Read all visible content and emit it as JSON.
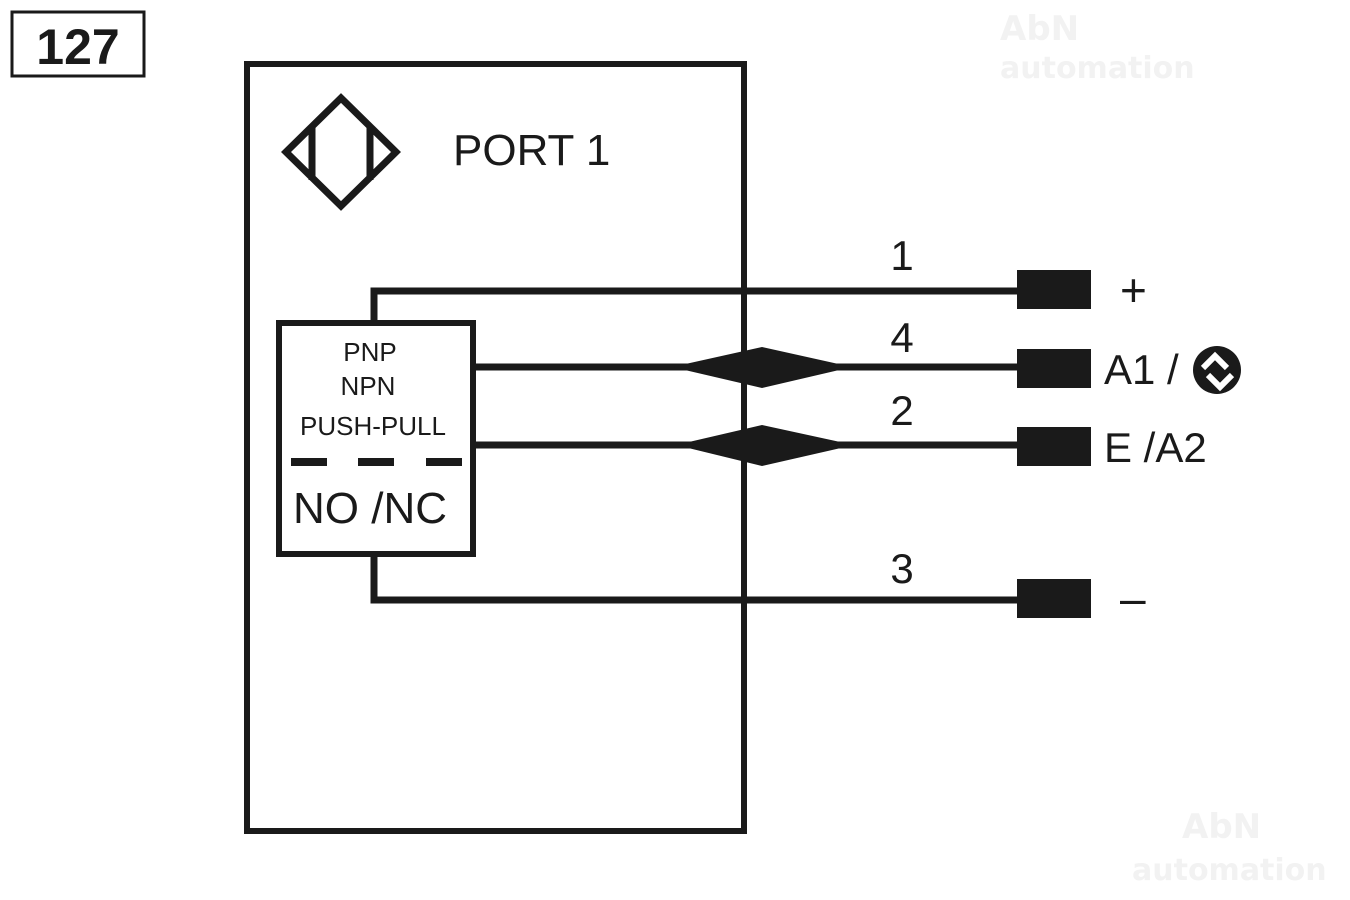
{
  "diagram": {
    "number": "127",
    "port_label": "PORT 1",
    "ink_color": "#1a1a1a",
    "background_color": "#ffffff",
    "sensor_symbol": "inductive-sensor-icon",
    "output_block": {
      "lines": [
        "PNP",
        "NPN",
        "PUSH-PULL"
      ],
      "mode": "NO /NC"
    },
    "pins": [
      {
        "number": "1",
        "label": "+"
      },
      {
        "number": "4",
        "label": "A1 /",
        "icon": "complementary-output-icon"
      },
      {
        "number": "2",
        "label": "E /A2"
      },
      {
        "number": "3",
        "label": "–"
      }
    ],
    "watermark": {
      "line1": "AbN",
      "line2": "automation"
    }
  }
}
